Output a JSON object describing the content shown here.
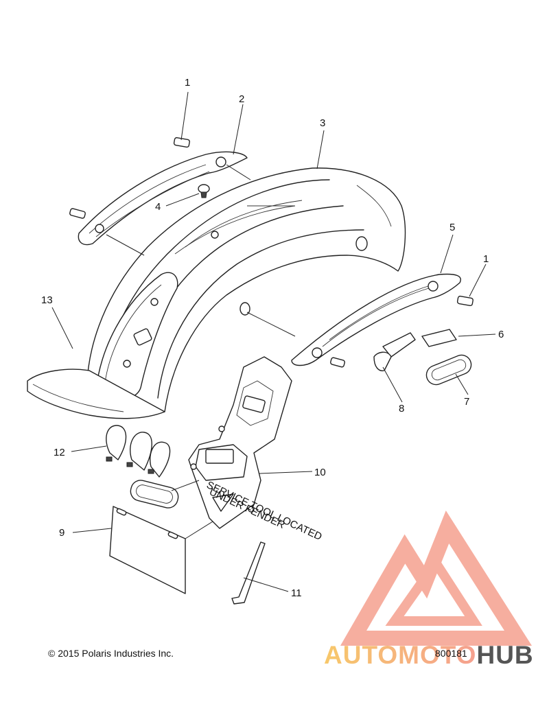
{
  "diagram": {
    "callouts": [
      {
        "id": "1a",
        "label": "1"
      },
      {
        "id": "2",
        "label": "2"
      },
      {
        "id": "3",
        "label": "3"
      },
      {
        "id": "4",
        "label": "4"
      },
      {
        "id": "5",
        "label": "5"
      },
      {
        "id": "1b",
        "label": "1"
      },
      {
        "id": "6",
        "label": "6"
      },
      {
        "id": "7",
        "label": "7"
      },
      {
        "id": "8",
        "label": "8"
      },
      {
        "id": "10",
        "label": "10"
      },
      {
        "id": "9",
        "label": "9"
      },
      {
        "id": "11",
        "label": "11"
      },
      {
        "id": "12",
        "label": "12"
      },
      {
        "id": "13",
        "label": "13"
      }
    ],
    "stamped_text": [
      "SERVICE TOOL LOCATED",
      "UNDER FENDER"
    ]
  },
  "footer": {
    "copyright": "© 2015 Polaris Industries Inc.",
    "diagram_id": "800181"
  },
  "watermark": {
    "text_part1": "AUTOMOTO",
    "text_part2": "HUB",
    "color_primary": "#f5a08f",
    "color_accent": "#f7c86a",
    "color_dark": "#555555"
  }
}
